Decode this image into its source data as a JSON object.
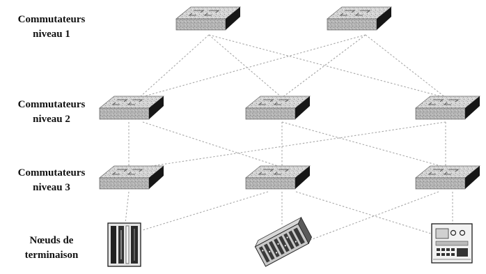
{
  "labels": {
    "level1": {
      "line1": "Commutateurs",
      "line2": "niveau 1"
    },
    "level2": {
      "line1": "Commutateurs",
      "line2": "niveau 2"
    },
    "level3": {
      "line1": "Commutateurs",
      "line2": "niveau 3"
    },
    "terminals": {
      "line1": "Nœuds de",
      "line2": "terminaison"
    }
  },
  "colors": {
    "switch_top": "#d7d7d7",
    "switch_front": "#b9b9b9",
    "switch_side": "#141414",
    "link": "#a8a8a8"
  },
  "icons": [
    "network-switch-icon",
    "server-rack-icon",
    "router-chassis-icon",
    "terminal-device-icon"
  ]
}
